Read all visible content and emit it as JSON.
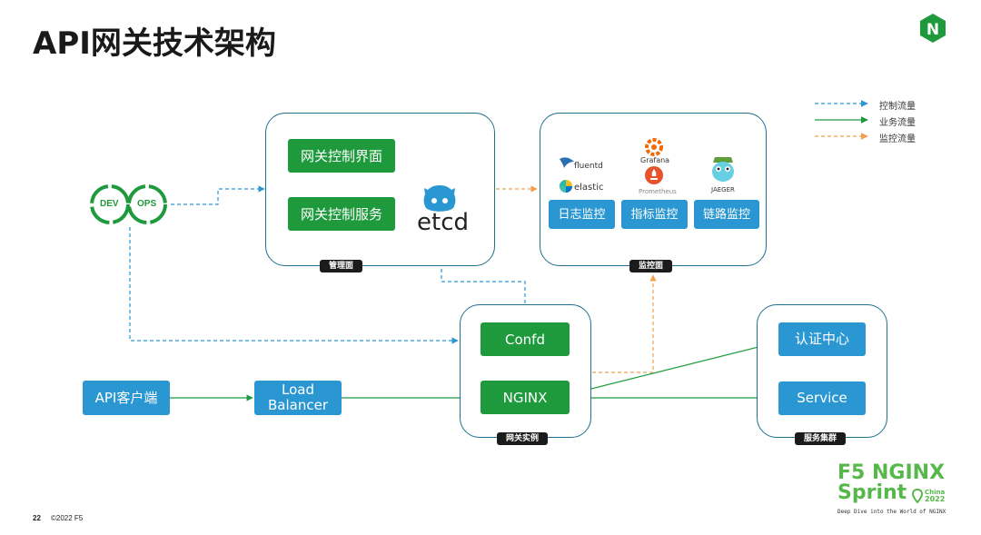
{
  "slide": {
    "title": "API网关技术架构",
    "page_number": "22",
    "copyright": "©2022 F5"
  },
  "legend": [
    {
      "label": "控制流量",
      "color": "#2a97d3",
      "style": "dashed"
    },
    {
      "label": "业务流量",
      "color": "#1e9a3c",
      "style": "solid"
    },
    {
      "label": "监控流量",
      "color": "#f0a050",
      "style": "dashed"
    }
  ],
  "devops": {
    "dev": "DEV",
    "ops": "OPS"
  },
  "management_plane": {
    "tag": "管理面",
    "ui_button": "网关控制界面",
    "service_button": "网关控制服务",
    "etcd_label": "etcd"
  },
  "monitoring_plane": {
    "tag": "监控面",
    "tools": {
      "fluentd": "fluentd",
      "elastic": "elastic",
      "grafana": "Grafana",
      "prometheus": "Prometheus",
      "jaeger": "JAEGER"
    },
    "log_button": "日志监控",
    "metric_button": "指标监控",
    "trace_button": "链路监控"
  },
  "gateway_instance": {
    "tag": "网关实例",
    "confd": "Confd",
    "nginx": "NGINX"
  },
  "service_cluster": {
    "tag": "服务集群",
    "auth_center": "认证中心",
    "service": "Service"
  },
  "client": {
    "label": "API客户端"
  },
  "load_balancer": {
    "label": "Load\nBalancer"
  },
  "brand": {
    "line1": "F5 NGINX",
    "line2": "Sprint",
    "location": "China",
    "year": "2022",
    "tagline": "Deep Dive into the World of NGINX"
  },
  "colors": {
    "green": "#1e9a3c",
    "blue": "#2a97d3",
    "orange": "#f0a050",
    "panel_border": "#1f6f8f"
  }
}
